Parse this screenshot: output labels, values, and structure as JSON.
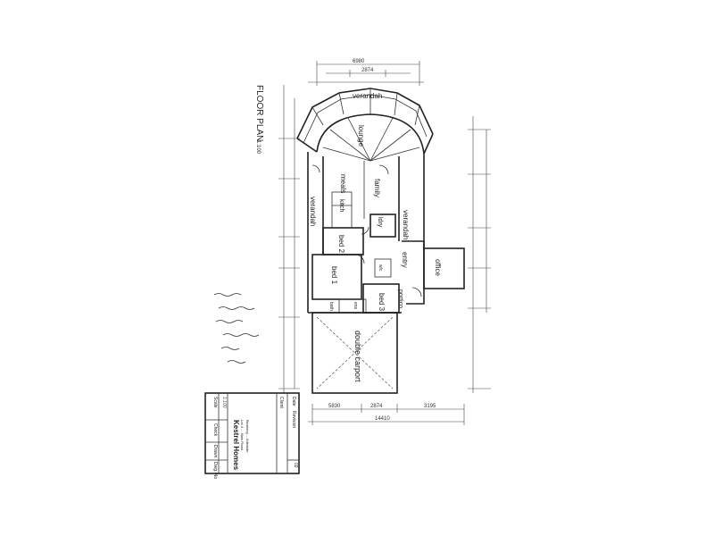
{
  "drawing": {
    "title": "FLOOR PLAN",
    "scale": "1:100"
  },
  "rooms": {
    "verandah_top": "verandah",
    "lounge": "lounge",
    "family": "family",
    "meals": "meals",
    "kitchen": "kitch",
    "verandah_left": "verandah",
    "verandah_right": "verandah",
    "bed2": "bed 2",
    "bed1": "bed 1",
    "bed3": "bed 3",
    "ldry": "ldry",
    "entry": "entry",
    "office": "office",
    "portico": "portico",
    "double_carport": "double carport",
    "wc": "w/c",
    "ens": "ens",
    "bath": "bath"
  },
  "dimensions": {
    "top_overall": "6980",
    "top_mid": "2874",
    "bottom_left": "5830",
    "bottom_mid": "2874",
    "bottom_right": "3195",
    "bottom_overall": "14410"
  },
  "title_block": {
    "company": "Kestrel Homes",
    "address": "Lot 4 ... Main Road",
    "state": "Binalong ... Adelaide",
    "rev_label": "Revision",
    "date_label": "Date",
    "client_label": "Client",
    "drawn_label": "Drawn",
    "check_label": "Check",
    "scale_label": "Scale",
    "dwg_label": "Dwg. No",
    "scale_value": "1:100",
    "sheet_no": "02"
  }
}
